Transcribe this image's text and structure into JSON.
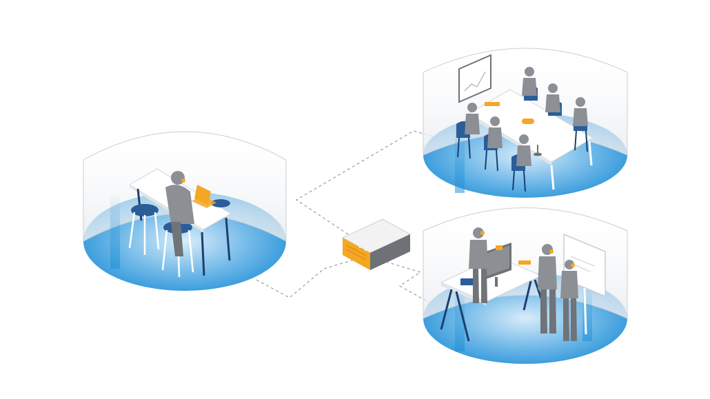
{
  "diagram": {
    "hub": {
      "icon": "network-switch-icon"
    },
    "zones": [
      {
        "id": "desk",
        "icon": "solo-desk-laptop-icon"
      },
      {
        "id": "meeting",
        "icon": "conference-room-icon"
      },
      {
        "id": "huddle",
        "icon": "huddle-space-icon"
      }
    ],
    "links": [
      "hub-to-desk",
      "hub-to-meeting",
      "hub-to-huddle"
    ]
  },
  "colors": {
    "floor_light": "#cfe6f6",
    "floor_dark": "#1f8fd6",
    "glass": "#eef1f4",
    "glass_edge": "#c9ced3",
    "furniture_top": "#ffffff",
    "furniture_leg": "#1d3f6e",
    "chair": "#2a5d9a",
    "person": "#8c8f94",
    "person_dark": "#707378",
    "accent": "#f5a623",
    "device_body": "#6e7175",
    "device_top": "#f2f2f2",
    "link_line": "#9a9a9a"
  }
}
